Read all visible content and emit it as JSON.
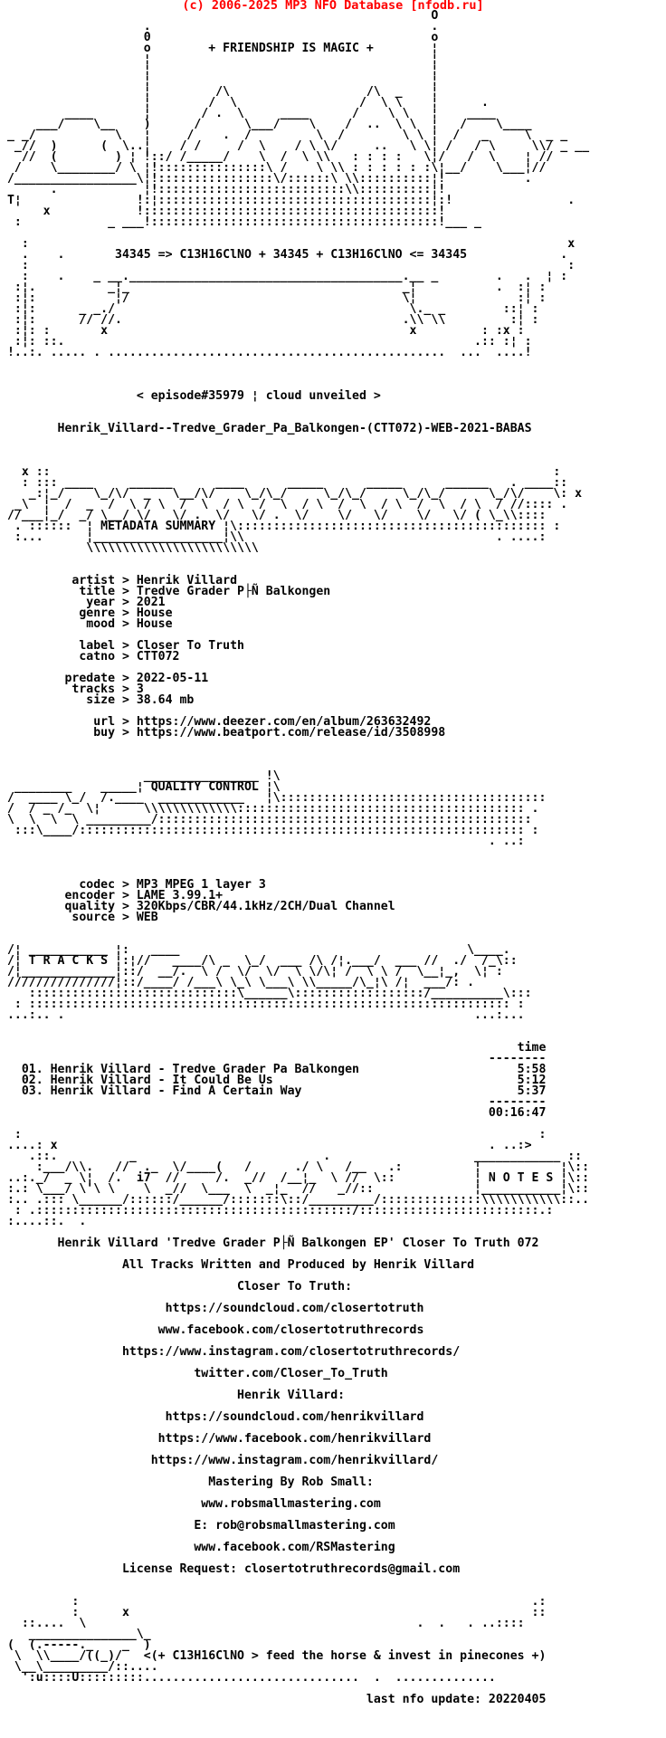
{
  "header": {
    "copyright": "(c) 2006-2025 MP3 NFO Database [nfodb.ru]"
  },
  "colors": {
    "copyright_red": "#ff0000",
    "text": "#000000",
    "background": "#ffffff"
  },
  "banner": {
    "motto": "+ FRIENDSHIP IS MAGIC +",
    "formula": "34345 => C13H16ClNO + 34345 + C13H16ClNO <= 34345",
    "episode": "< episode#35979 ¦ cloud unveiled >",
    "release_name": "Henrik_Villard--Tredve_Grader_Pa_Balkongen-(CTT072)-WEB-2021-BABAS"
  },
  "section_titles": {
    "metadata": "METADATA SUMMARY",
    "quality": "QUALITY CONTROL",
    "tracks": "T R A C K S",
    "notes": "N O T E S"
  },
  "metadata": {
    "artist": "Henrik Villard",
    "title": "Tredve Grader P├Ñ Balkongen",
    "year": "2021",
    "genre": "House",
    "mood": "House",
    "label": "Closer To Truth",
    "catno": "CTT072",
    "predate": "2022-05-11",
    "tracks": "3",
    "size": "38.64 mb",
    "url": "https://www.deezer.com/en/album/263632492",
    "buy": "https://www.beatport.com/release/id/3508998"
  },
  "quality": {
    "codec": "MP3 MPEG 1 layer 3",
    "encoder": "LAME 3.99.1+",
    "quality": "320Kbps/CBR/44.1kHz/2CH/Dual Channel",
    "source": "WEB"
  },
  "tracklist": {
    "time_header": "time",
    "tracks": [
      {
        "no": "01",
        "artist": "Henrik Villard",
        "title": "Tredve Grader Pa Balkongen",
        "time": "5:58"
      },
      {
        "no": "02",
        "artist": "Henrik Villard",
        "title": "It Could Be Us",
        "time": "5:12"
      },
      {
        "no": "03",
        "artist": "Henrik Villard",
        "title": "Find A Certain Way",
        "time": "5:37"
      }
    ],
    "total_time": "00:16:47"
  },
  "notes": [
    "Henrik Villard 'Tredve Grader P├Ñ Balkongen EP' Closer To Truth 072",
    "All Tracks Written and Produced by Henrik Villard",
    "Closer To Truth:",
    "https://soundcloud.com/closertotruth",
    "www.facebook.com/closertotruthrecords",
    "https://www.instagram.com/closertotruthrecords/",
    "twitter.com/Closer_To_Truth",
    "Henrik Villard:",
    "https://soundcloud.com/henrikvillard",
    "https://www.facebook.com/henrikvillard",
    "https://www.instagram.com/henrikvillard/",
    "Mastering By Rob Small:",
    "www.robsmallmastering.com",
    "E: rob@robsmallmastering.com",
    "www.facebook.com/RSMastering",
    "License Request: closertotruthrecords@gmail.com"
  ],
  "footer": {
    "slogan": "<(+ C13H16ClNO > feed the horse & invest in pinecones +)",
    "last_update": "last nfo update: 20220405"
  },
  "nfo_lines": [
    "                                                            O",
    "                    .                                       .",
    "                    0                                       o",
    "                    o        + FRIENDSHIP IS MAGIC +        ¦",
    "                    ¦                                       ¦",
    "                    ¦                                       ¦",
    "                    ¦                                       ¦",
    "                    ¦         /\\                   /\\  _    ¦",
    "                    ¦        /  \\                 /  \\ \\    ¦      .",
    "         ____       ¦       / .  \\     ____      /    \\ \\   ¦    ____",
    "     ___/    \\__    )      /      \\___/    \\    /  ..  \\ \\  ¦   /    \\____",
    " _ _/           \\   ¦     /    .  /         \\  /        \\ \\ ¦  /   _     \\  _ _",
    "  _//  )      (  \\..¦    / /     /  \\    / \\ \\/     ..   \\ \\¦ /   / \\     \\\\/ _ __",
    "   //  (        ) ¦ !::/ /_____/    \\  /  \\ \\\\   : : : :   \\¦/   /  \\    ¦ //",
    "  /    \\________/ \\ ¦!:::::::::::::::\\ /    \\ \\\\ : : : : : :\\¦__/    \\___¦//",
    " /_________________\\¦!::::::::::::::::\\/::::::\\ \\\\::::::::::¦!           .",
    "       .            ¦!::::::::::::::::::::::::::\\\\::::::::::¦!",
    " T¦                !:¦::::::::::::::::::::::::::::::::::::::¦:!                .",
    "      x            !:::::::::::::::::::::::::::::::::::::::::!",
    "  :            _ ___!::::::::::::::::::::::::::::::::::::::::!___ _",
    "",
    "   :                                                                           x",
    "   .    .       34345 => C13H16ClNO + 34345 + C13H16ClNO <= 34345             .",
    "   :                                                                           :",
    "   :    .    _ __.______________________________________.__ _        .   .  ¦ :",
    "  :¦.          _¦_                                      _¦           .  :¦ :",
    "  :¦:           ¦/                                      \\¦              :¦ :",
    "  :¦:      _ _./                                         \\._ _        ::¦ :",
    "  :¦:      // //.                                       .\\\\ \\\\         :¦ :",
    "  :¦: :       x                                          x         : :x :",
    "  :¦: ::.                                                         .:: :¦ :",
    " !..:. ..... . ...............................................  ...  ....!",
    "",
    "",
    "",
    "                   < episode#35979 ¦ cloud unveiled >",
    "",
    "",
    "        Henrik_Villard--Tredve_Grader_Pa_Balkongen-(CTT072)-WEB-2021-BABAS",
    "",
    "",
    "",
    "   x ::                                                                      :",
    "   : ::: ____     ______      ____      _____      _____      ______   . ____::",
    "    _:¦_/    \\_/\\/  _   \\__/\\/    \\_/\\_/     \\_/\\_/     \\_/\\_/      \\_/\\/    \\: x",
    "  _\\  ¦  /  _  /  \\ / \\  /  \\  / \\  /  \\  / \\  /  \\  / \\  /  \\  / \\  / //:::: .",
    " //___¦_/  _/ \\__/ \\/   \\/ .  \\/   \\/ .  \\/    \\/   \\/    \\/   \\/ ( \\_\\\\::::",
    "  . ::::::  ¦ METADATA SUMMARY ¦\\::::::::::::::::::::::::::::::::::::::::::: :",
    "  :...      ¦__________________¦\\\\                                   . ....:",
    "            \\\\\\\\\\\\\\\\\\\\\\\\\\\\\\\\\\\\\\\\\\\\\\\\",
    "",
    "",
    "          artist > Henrik Villard",
    "           title > Tredve Grader P├Ñ Balkongen",
    "            year > 2021",
    "           genre > House",
    "            mood > House",
    "",
    "           label > Closer To Truth",
    "           catno > CTT072",
    "",
    "         predate > 2022-05-11",
    "          tracks > 3",
    "            size > 38.64 mb",
    "",
    "             url > https://www.deezer.com/en/album/263632492",
    "             buy > https://www.beatport.com/release/id/3508998",
    "",
    "",
    "",
    "                    ________________ !\\",
    "  ________    _____¦ QUALITY CONTROL ¦\\",
    " /  ____ \\_/  /.____  ____________   ¦\\:::::::::::::::::::::::::::::::::::::",
    " /  / _ /_  \\¦      \\\\\\\\\\\\\\\\\\\\\\\\\\:::::::::::::::::::::::::::::::::::::::: .",
    " \\  \\  \\  \\ _________/::::::::::::::::::::::::::::::::::::::::::::::::::::",
    "  :::\\____/:::::::::::::::::::::::::::::::::::::::::::::::::::::::::::::: :",
    "                                                                    . ..:",
    "",
    "",
    "",
    "           codec > MP3 MPEG 1 layer 3",
    "         encoder > LAME 3.99.1+",
    "         quality > 320Kbps/CBR/44.1kHz/2CH/Dual Channel",
    "          source > WEB",
    "",
    "",
    " /¦ ___________ ¦:   ____                                        \\____.",
    " /¦ T R A C K S ¦:¦//   ____/\\ _  \\_/  ___ /\\ /¦.___/  ___ //  ./  /_\\::",
    " /¦_____________¦::/  __/.  \\ /  \\/  \\/  \\ \\/\\¦ /  \\ \\ /  \\__¦_,  \\¦ :",
    " ///////////////¦::/____/ /___\\ \\_\\ \\___\\ \\\\_____/\\_¦\\ /¦  ___/: .",
    "    :::::::::::::::::::::::::::::\\______\\::::::::::::::::::/__________\\:::",
    "  : ::::::::::::::::::::::::::::::::::::::::::::::::::::::::::::::::::: :",
    " ...:.. .                                                         ...:...",
    "",
    "",
    "                                                                        time",
    "                                                                    --------",
    "   01. Henrik Villard - Tredve Grader Pa Balkongen                      5:58",
    "   02. Henrik Villard - It Could Be Us                                  5:12",
    "   03. Henrik Villard - Find A Certain Way                              5:37",
    "                                                                    --------",
    "                                                                    00:16:47",
    "",
    "  :                                                                        :",
    " ....: x                                                            . ..:>",
    "    .::.          _                          .                    ____________ ::",
    "     :___/\\\\.   //  ._  \\/____(   /      ./ \\   /__   .:          ¦           ¦\\::",
    " ..:._/  _ \\¦  /.  i7  //     /.  _//  /__¦_  \\ //  \\::           ¦ N O T E S ¦\\::",
    " :.: \\___/ \\'\\ \\    \\  _//  \\___  \\  _¦_  //   _//::              ¦___________¦\\::",
    " :.. .::: \\______/::::::/______/:::::::\\::/_________/::::::::::::::\\\\\\\\\\\\\\\\\\\\\\::..",
    "  : .::::::::::::::::::::::::::::::::::::::::::::/:::::::::::::::::::::::::.:",
    " :....::.  .",
    "",
    "        Henrik Villard 'Tredve Grader P├Ñ Balkongen EP' Closer To Truth 072",
    "",
    "                 All Tracks Written and Produced by Henrik Villard",
    "",
    "                                 Closer To Truth:",
    "",
    "                       https://soundcloud.com/closertotruth",
    "",
    "                      www.facebook.com/closertotruthrecords",
    "",
    "                 https://www.instagram.com/closertotruthrecords/",
    "",
    "                           twitter.com/Closer_To_Truth",
    "",
    "                                 Henrik Villard:",
    "",
    "                       https://soundcloud.com/henrikvillard",
    "",
    "                      https://www.facebook.com/henrikvillard",
    "",
    "                     https://www.instagram.com/henrikvillard/",
    "",
    "                             Mastering By Rob Small:",
    "",
    "                            www.robsmallmastering.com",
    "",
    "                           E: rob@robsmallmastering.com",
    "",
    "                           www.facebook.com/RSMastering",
    "",
    "                 License Request: closertotruthrecords@gmail.com",
    "",
    "",
    "          :                                                               .:",
    "          :      x                                                        ::",
    "   ::....  \\                                              .  .   . ..::::",
    "    _______________\\_",
    " (  (.-----._    _  )",
    "  \\  \\\\____/((_)/   <(+ C13H16ClNO > feed the horse & invest in pinecones +)",
    "  \\__\\_________/::....",
    "   ':u::::U:::::::::..............................  .  ..............",
    "",
    "                                                   last nfo update: 20220405",
    "",
    "",
    ""
  ]
}
